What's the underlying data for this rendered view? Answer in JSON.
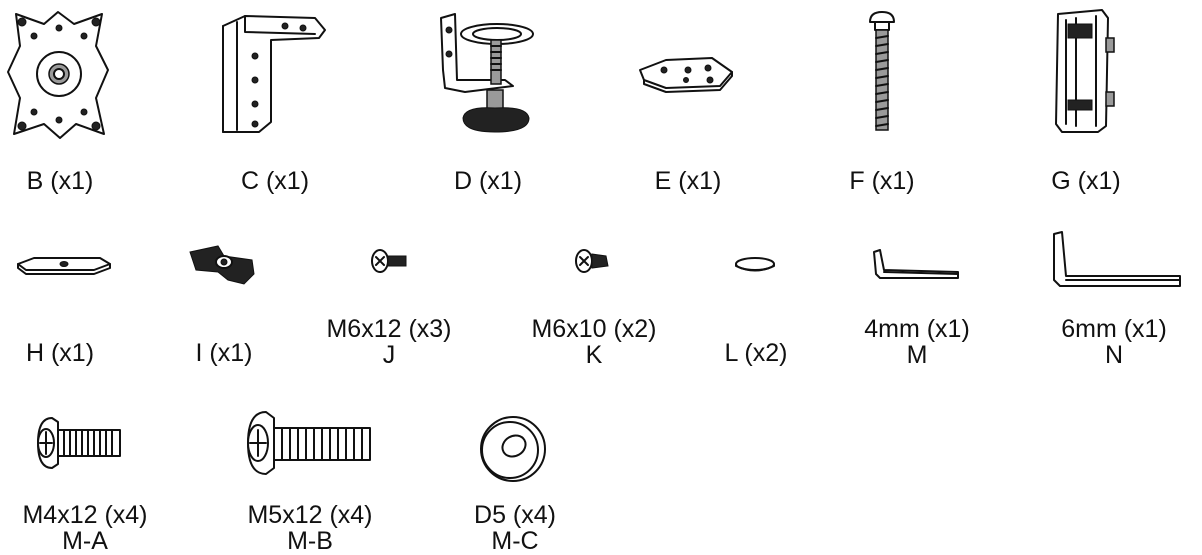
{
  "parts": {
    "B": {
      "label": "B (x1)",
      "icon": "vesa-plate-icon"
    },
    "C": {
      "label": "C (x1)",
      "icon": "l-bracket-icon"
    },
    "D": {
      "label": "D (x1)",
      "icon": "desk-clamp-icon"
    },
    "E": {
      "label": "E (x1)",
      "icon": "plate-icon"
    },
    "F": {
      "label": "F (x1)",
      "icon": "bolt-icon"
    },
    "G": {
      "label": "G (x1)",
      "icon": "grommet-bracket-icon"
    },
    "H": {
      "label": "H (x1)",
      "icon": "washer-plate-icon"
    },
    "I": {
      "label": "I (x1)",
      "icon": "wing-nut-icon"
    },
    "J": {
      "label": "M6x12 (x3)",
      "sub": "J",
      "icon": "screw-icon"
    },
    "K": {
      "label": "M6x10 (x2)",
      "sub": "K",
      "icon": "screw-icon"
    },
    "L": {
      "label": "L (x2)",
      "icon": "spacer-disc-icon"
    },
    "M": {
      "label": "4mm (x1)",
      "sub": "M",
      "icon": "allen-key-icon"
    },
    "N": {
      "label": "6mm (x1)",
      "sub": "N",
      "icon": "allen-key-icon"
    },
    "MA": {
      "label": "M4x12 (x4)",
      "sub": "M-A",
      "icon": "machine-screw-icon"
    },
    "MB": {
      "label": "M5x12 (x4)",
      "sub": "M-B",
      "icon": "machine-screw-icon"
    },
    "MC": {
      "label": "D5 (x4)",
      "sub": "M-C",
      "icon": "washer-icon"
    }
  }
}
